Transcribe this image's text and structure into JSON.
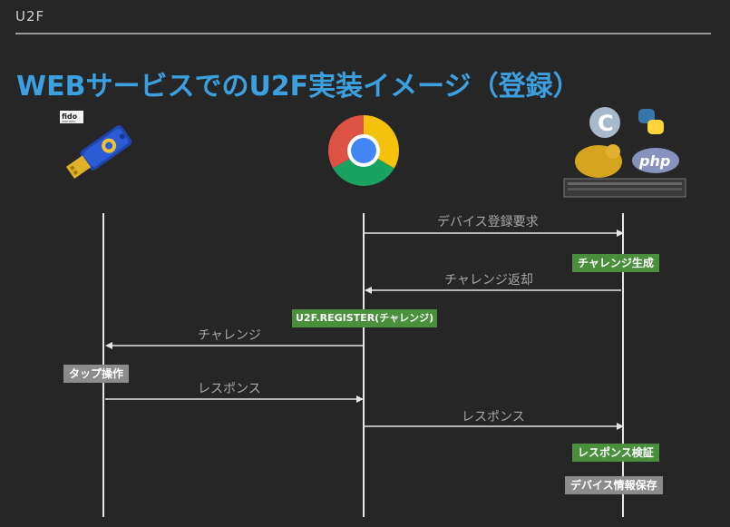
{
  "header": {
    "label": "U2F"
  },
  "title": "WEBサービスでのU2F実装イメージ（登録）",
  "icons": {
    "key": "fido-usb-security-key-icon",
    "browser": "chrome-browser-icon",
    "server": "server-stack-icon"
  },
  "fido_logo": {
    "label": "fido",
    "sub": "CERTIFIED"
  },
  "server_logos": {
    "c": "C",
    "php": "php"
  },
  "messages": [
    {
      "label": "デバイス登録要求"
    },
    {
      "label": "チャレンジ返却"
    },
    {
      "label": "チャレンジ"
    },
    {
      "label": "レスポンス"
    },
    {
      "label": "レスポンス"
    }
  ],
  "tags": {
    "challenge_gen": "チャレンジ生成",
    "u2f_register": "U2F.REGISTER(チャレンジ)",
    "tap": "タップ操作",
    "verify": "レスポンス検証",
    "save": "デバイス情報保存"
  },
  "colors": {
    "title": "#3b9fe0",
    "green_tag": "#4a8f3c",
    "gray_tag": "#8c8c8c",
    "background": "#262626"
  }
}
